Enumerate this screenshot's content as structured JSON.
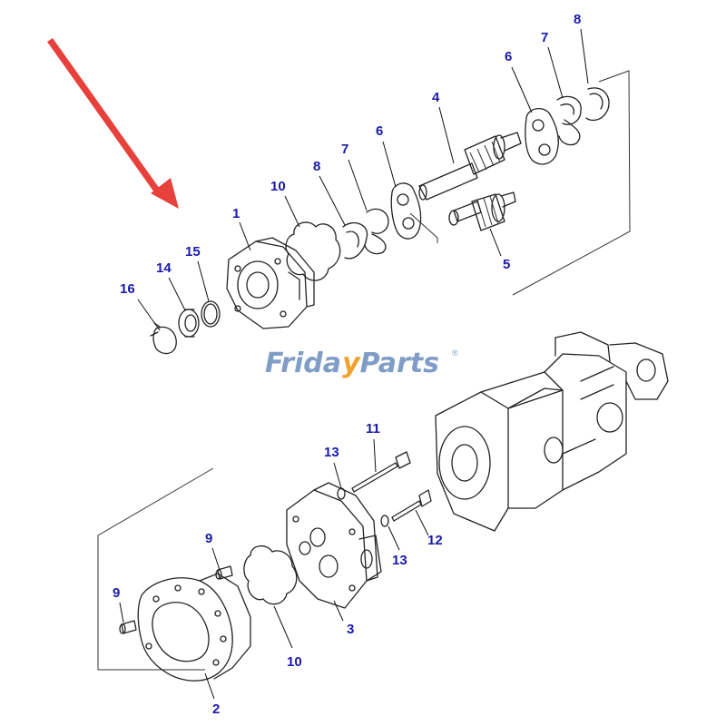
{
  "diagram": {
    "callouts": [
      "8",
      "7",
      "6",
      "4",
      "6",
      "7",
      "8",
      "10",
      "1",
      "15",
      "14",
      "16",
      "5",
      "11",
      "13",
      "13",
      "12",
      "9",
      "9",
      "3",
      "10",
      "2"
    ]
  },
  "watermark": {
    "text_a": "Frida",
    "text_b": "Parts",
    "mark": "®",
    "color_main": "#7f9dc6",
    "color_accent": "#f0a22e"
  },
  "arrow": {
    "color": "#e8403a"
  }
}
